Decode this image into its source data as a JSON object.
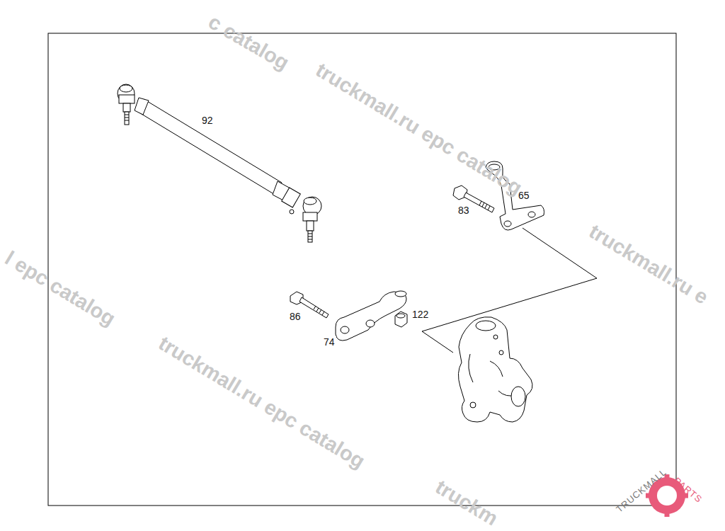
{
  "diagram": {
    "labels": [
      "92",
      "65",
      "83",
      "86",
      "74",
      "122",
      "c catalog",
      "truckmall.ru epc catalog",
      "truckmall.ru e",
      "l epc catalog",
      "truckmall.ru epc catalog",
      "truckm",
      "TRUCKMALL",
      "PARTS"
    ]
  }
}
